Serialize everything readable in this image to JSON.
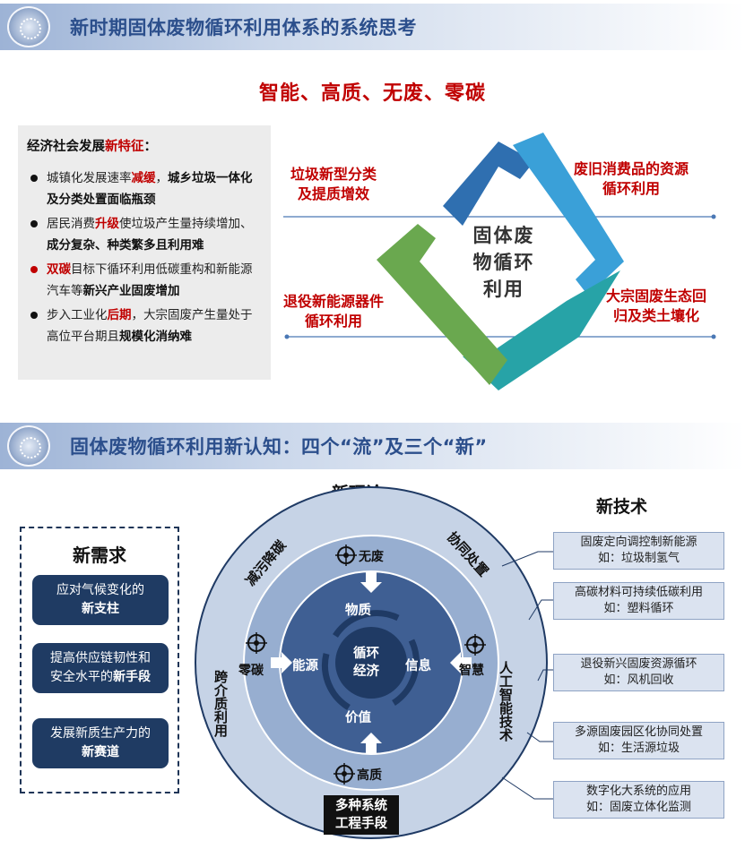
{
  "section1": {
    "title": "新时期固体废物循环利用体系的系统思考",
    "headline": "智能、高质、无废、零碳",
    "features": {
      "title_prefix": "经济社会发展",
      "title_red": "新特征",
      "title_suffix": "：",
      "items": [
        {
          "a": "城镇化发展速率",
          "r": "减缓",
          "b": "，",
          "c": "城乡垃圾一体化及分类处置面临瓶颈",
          "bullet": "black"
        },
        {
          "a": "居民消费",
          "r": "升级",
          "b": "使垃圾产生量持续增加、",
          "c": "成分复杂、种类繁多且利用难",
          "bullet": "black"
        },
        {
          "a": "",
          "r": "双碳",
          "b": "目标下循环利用低碳重构和新能源汽车等",
          "c": "新兴产业固废增加",
          "bullet": "red"
        },
        {
          "a": "步入工业化",
          "r": "后期",
          "b": "，大宗固废产生量处于高位平台期且",
          "c": "规模化消纳难",
          "bullet": "black"
        }
      ]
    },
    "diamond": {
      "center": [
        "固体废",
        "物循环",
        "利用"
      ],
      "top_left": [
        "垃圾新型分类",
        "及提质增效"
      ],
      "top_right": [
        "废旧消费品的资源",
        "循环利用"
      ],
      "bottom_left": [
        "退役新能源器件",
        "循环利用"
      ],
      "bottom_right": [
        "大宗固废生态回",
        "归及类土壤化"
      ],
      "colors": [
        "#2f6fb0",
        "#3aa0d8",
        "#27a3a7",
        "#6aa84f"
      ]
    }
  },
  "section2": {
    "title": "固体废物循环利用新认知：四个“流”及三个“新”",
    "theory_title": "新理论",
    "tech_title": "新技术",
    "needs": {
      "title": "新需求",
      "items": [
        {
          "line1": "应对气候变化的",
          "line2": "新支柱"
        },
        {
          "line1": "提高供应链韧性和",
          "line2": "安全水平的",
          "bold": "新手段"
        },
        {
          "line1": "发展新质生产力的",
          "line2": "新赛道"
        }
      ]
    },
    "ring": {
      "outer_left_top": "减污降碳",
      "outer_right_top": "协同处置",
      "outer_left_bottom": "跨介质利用",
      "outer_right_bottom": "人工智能技术",
      "icons": {
        "top": "无废",
        "left": "零碳",
        "right": "智慧",
        "bottom": "高质"
      },
      "flows": {
        "top": "物质",
        "left": "能源",
        "right": "信息",
        "bottom": "价值"
      },
      "core": [
        "循环",
        "经济"
      ],
      "bottom_box": [
        "多种系统",
        "工程手段"
      ],
      "colors": {
        "outer": "#c6d3e6",
        "mid": "#97aed0",
        "inner": "#3f5f93",
        "core": "#1f3a64"
      }
    },
    "tech": [
      {
        "line1": "固废定向调控制新能源",
        "line2": "如：垃圾制氢气"
      },
      {
        "line1": "高碳材料可持续低碳利用",
        "line2": "如：塑料循环"
      },
      {
        "line1": "退役新兴固废资源循环",
        "line2": "如：风机回收"
      },
      {
        "line1": "多源固废园区化协同处置",
        "line2": "如：生活源垃圾"
      },
      {
        "line1": "数字化大系统的应用",
        "line2": "如：固废立体化监测"
      }
    ]
  }
}
